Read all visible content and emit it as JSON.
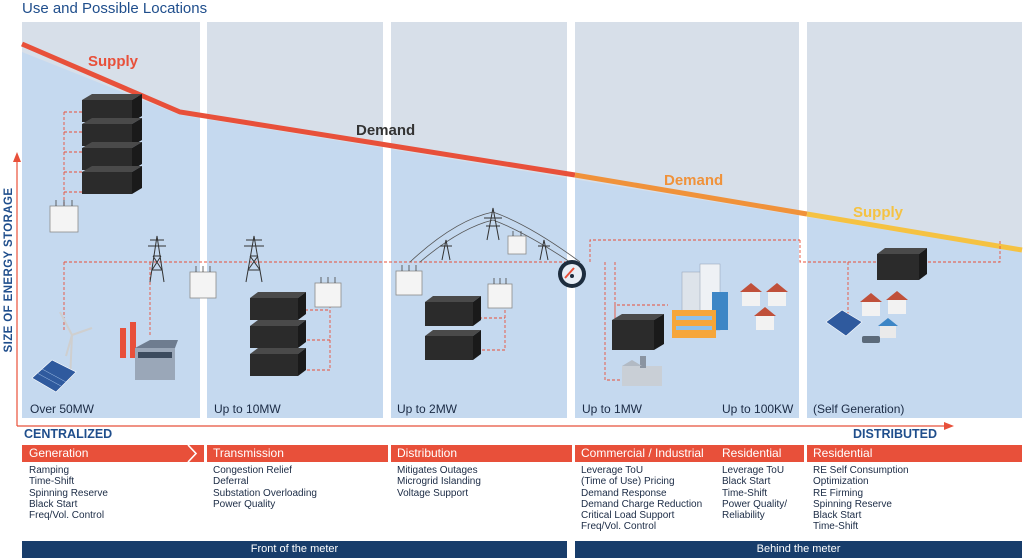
{
  "title": "Use and Possible Locations",
  "y_axis_label": "SIZE OF ENERGY STORAGE",
  "curve_labels": {
    "supply_left": "Supply",
    "demand_center": "Demand",
    "demand_right": "Demand",
    "supply_right": "Supply"
  },
  "meter_icon": "meter-gauge-icon",
  "size_labels": [
    "Over  50MW",
    "Up to 10MW",
    "Up to 2MW",
    "Up to 1MW",
    "Up to 100KW",
    "(Self Generation)"
  ],
  "axis_ends": {
    "left": "CENTRALIZED",
    "right": "DISTRIBUTED"
  },
  "categories": [
    "Generation",
    "Transmission",
    "Distribution",
    "Commercial / Industrial",
    "Residential",
    "Residential"
  ],
  "uses": [
    [
      "Ramping",
      "Time-Shift",
      "Spinning Reserve",
      "Black Start",
      "Freq/Vol. Control"
    ],
    [
      "Congestion Relief",
      "Deferral",
      "Substation Overloading",
      "Power Quality"
    ],
    [
      "Mitigates Outages",
      "Microgrid Islanding",
      "Voltage Support"
    ],
    [
      "Leverage ToU",
      "(Time of Use) Pricing",
      "Demand Response",
      "Demand Charge Reduction",
      "Critical Load Support",
      "Freq/Vol. Control"
    ],
    [
      "Leverage ToU",
      "Black Start",
      "Time-Shift",
      "Power Quality/",
      "Reliability"
    ],
    [
      "RE Self Consumption",
      "Optimization",
      "RE Firming",
      "Spinning Reserve",
      "Black Start",
      "Time-Shift"
    ]
  ],
  "meter_groups": {
    "front": "Front of the meter",
    "behind": "Behind the meter"
  },
  "colors": {
    "title_blue": "#1f4e8c",
    "supply_red": "#e8503a",
    "demand_orange": "#f0923a",
    "supply_yellow": "#f5c242",
    "category_bar": "#e8503a",
    "meter_bar": "#183d6b",
    "area_fill": "#c5d9ef"
  }
}
